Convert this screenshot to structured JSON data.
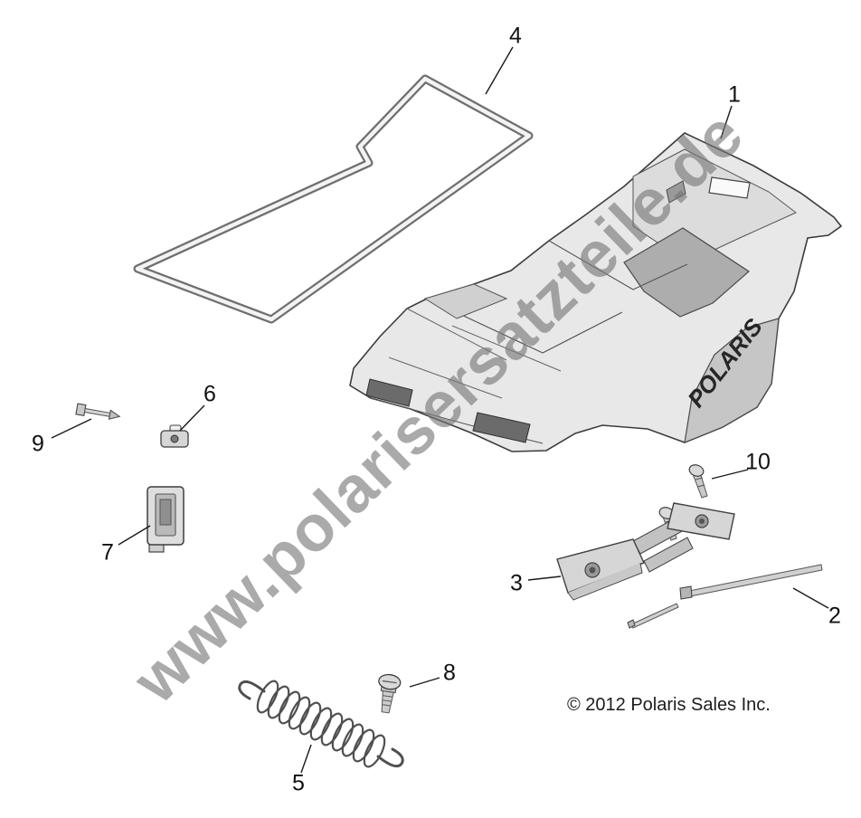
{
  "diagram": {
    "watermark": "www.polarisersatzteile.de",
    "copyright": "© 2012 Polaris Sales Inc.",
    "brand": "POLARIS",
    "callouts": {
      "c1": "1",
      "c2": "2",
      "c3": "3",
      "c4": "4",
      "c5": "5",
      "c6": "6",
      "c7": "7",
      "c8": "8",
      "c9": "9",
      "c10": "10"
    }
  }
}
